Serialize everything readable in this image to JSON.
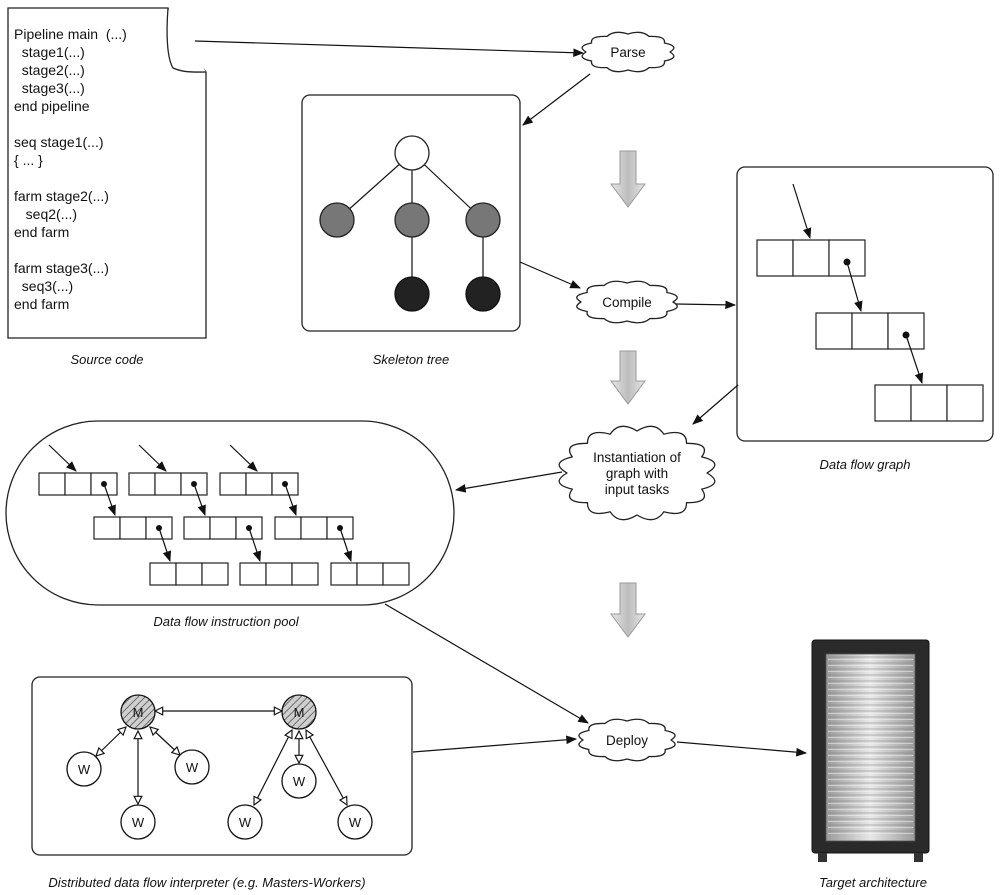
{
  "source_code": {
    "lines": [
      "Pipeline main  (...)",
      "  stage1(...)",
      "  stage2(...)",
      "  stage3(...)",
      "end pipeline",
      "",
      "seq stage1(...)",
      "{ ... }",
      "",
      "farm stage2(...)",
      "   seq2(...)",
      "end farm",
      "",
      "farm stage3(...)",
      "  seq3(...)",
      "end farm"
    ]
  },
  "clouds": {
    "parse": [
      "Parse"
    ],
    "compile": [
      "Compile"
    ],
    "instantiate": [
      "Instantiation of",
      "graph with",
      "input tasks"
    ],
    "deploy": [
      "Deploy"
    ]
  },
  "captions": {
    "source_code": "Source code",
    "skeleton_tree": "Skeleton tree",
    "data_flow_graph": "Data flow graph",
    "instruction_pool": "Data flow instruction pool",
    "interpreter": "Distributed data flow interpreter (e.g. Masters-Workers)",
    "target": "Target architecture"
  },
  "interpreter": {
    "master_label": "M",
    "worker_label": "W"
  },
  "colors": {
    "tree_root": "#ffffff",
    "tree_mid": "#777777",
    "tree_leaf": "#222222",
    "process_arrow": "#c4c4c4",
    "rack_body": "#2a2a2a"
  }
}
